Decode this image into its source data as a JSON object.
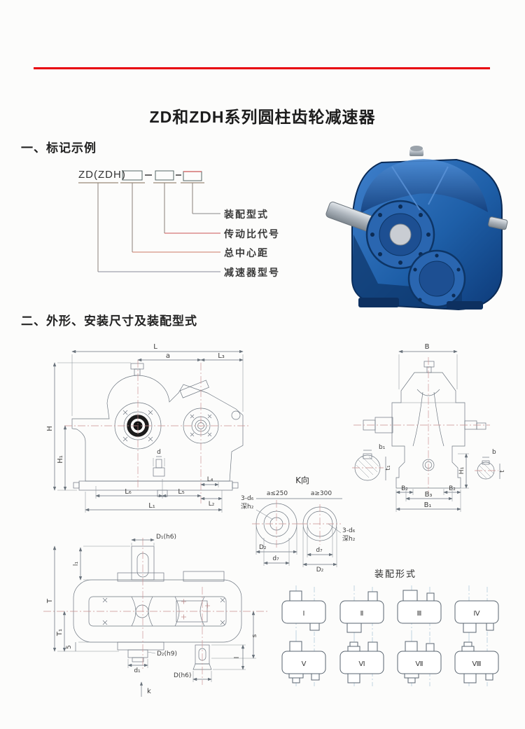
{
  "page_title": "ZD和ZDH系列圆柱齿轮减速器",
  "section1": {
    "heading": "一、标记示例",
    "prefix": "ZD(ZDH)",
    "labels": [
      "装配型式",
      "传动比代号",
      "总中心距",
      "减速器型号"
    ]
  },
  "section2": {
    "heading": "二、外形、安装尺寸及装配型式"
  },
  "front": {
    "L": "L",
    "a": "a",
    "L3": "L₃",
    "H": "H",
    "H1": "H₁",
    "d": "d",
    "L6": "L₆",
    "L5": "L₅",
    "L4": "L₄",
    "L2": "L₂",
    "L1": "L₁"
  },
  "side": {
    "B": "B",
    "b1": "b₁",
    "t1": "t₁",
    "b": "b",
    "t": "t",
    "H1": "H₁",
    "B2": "B₂",
    "B3": "B₃",
    "B1": "B₁"
  },
  "kview": {
    "title": "K向",
    "cond_left": "a≤250",
    "cond_right": "a≥300",
    "note_line1": "3-d₆",
    "note_line2": "深h₂",
    "D2": "D₂",
    "d7": "d₇"
  },
  "top": {
    "D1": "D₁(h6)",
    "l1": "l₁",
    "T": "T",
    "T1": "T₁",
    "n5": "5",
    "D2h9": "D₂(h9)",
    "d1": "d₁",
    "s": "s",
    "l": "l",
    "D": "D(h6)",
    "k": "k"
  },
  "assembly": {
    "title": "装配形式",
    "items": [
      "Ⅰ",
      "Ⅱ",
      "Ⅲ",
      "Ⅳ",
      "Ⅴ",
      "Ⅵ",
      "Ⅶ",
      "Ⅷ"
    ]
  },
  "colors": {
    "accent_red": "#e8000a",
    "photo_blue": "#1e5fa8"
  }
}
